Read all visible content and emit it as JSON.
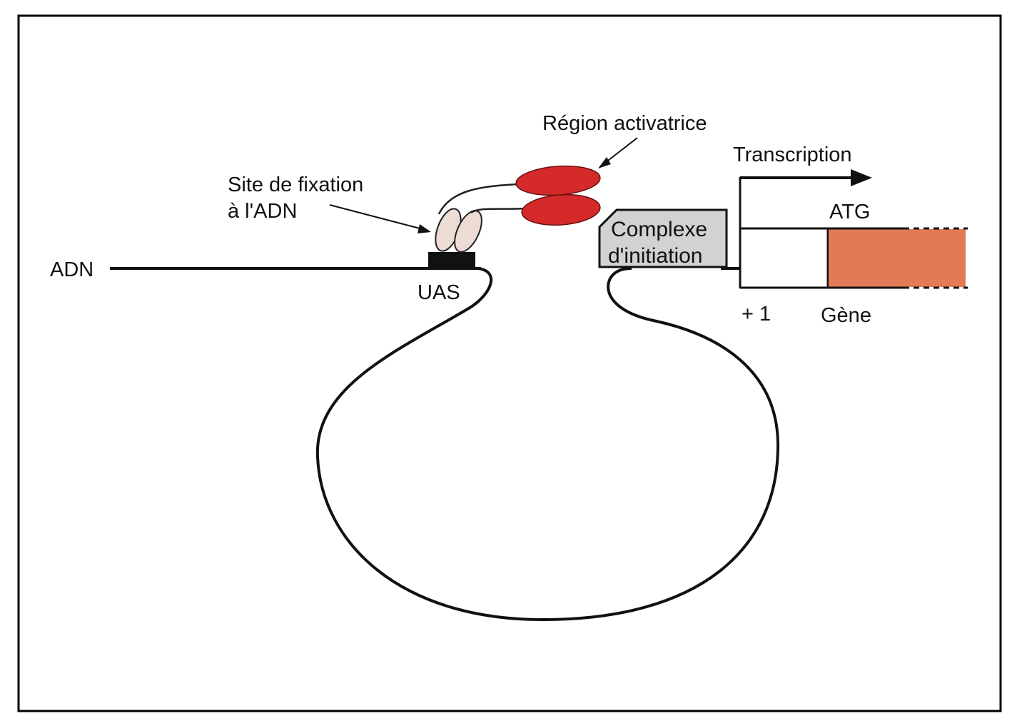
{
  "labels": {
    "dna": "ADN",
    "uas": "UAS",
    "binding_site_line1": "Site de fixation",
    "binding_site_line2": "à l'ADN",
    "activating_region": "Région activatrice",
    "initiation_complex_line1": "Complexe",
    "initiation_complex_line2": "d'initiation",
    "transcription": "Transcription",
    "atg": "ATG",
    "plus_one": "+ 1",
    "gene": "Gène"
  },
  "colors": {
    "frame": "#000000",
    "dna_line": "#111111",
    "activator_red": "#d42a2a",
    "binding_domain": "#ecdcd4",
    "initiation_complex": "#d2d2d2",
    "gene_fill": "#e27a56",
    "uas_box": "#111111"
  }
}
